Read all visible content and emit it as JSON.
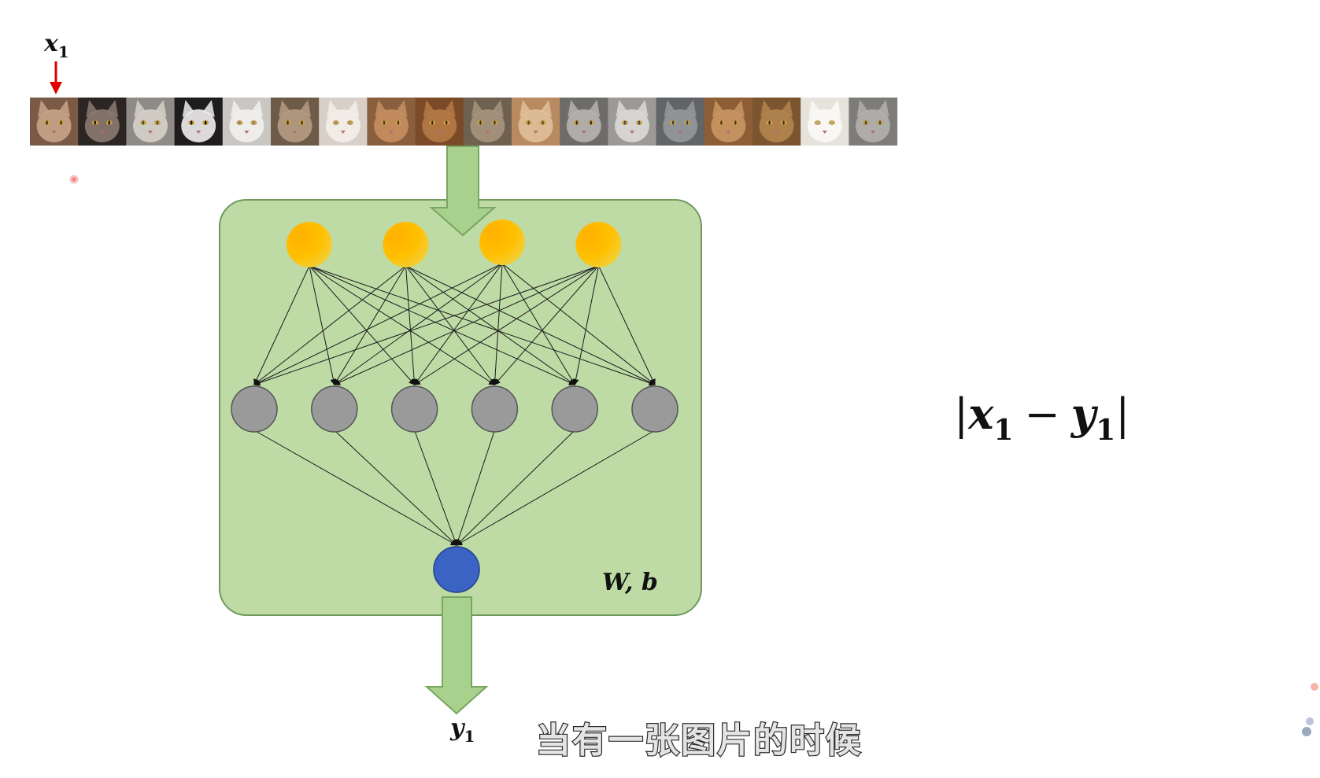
{
  "input_label": {
    "var": "x",
    "sub": "1"
  },
  "output_label": {
    "var": "y",
    "sub": "1"
  },
  "params_label": "W, b",
  "loss_expression": {
    "open": "|",
    "x": "x",
    "xsub": "1",
    "minus": "−",
    "y": "y",
    "ysub": "1",
    "close": "|"
  },
  "subtitle": "当有一张图片的时候",
  "network": {
    "input_nodes": 4,
    "hidden_nodes": 6,
    "output_nodes": 1
  },
  "cat_strip": {
    "count": 18,
    "tones": [
      [
        "#7a5a44",
        "#c7a38a",
        "#3b2a20"
      ],
      [
        "#2b2623",
        "#8c7a70",
        "#111111"
      ],
      [
        "#8e8b86",
        "#d6d1c9",
        "#4a4744"
      ],
      [
        "#1e1c1c",
        "#f0eeee",
        "#0d0d0d"
      ],
      [
        "#c9c6c3",
        "#f3f1ee",
        "#8a8782"
      ],
      [
        "#6e5a48",
        "#b59c84",
        "#3a2c22"
      ],
      [
        "#d8d0c8",
        "#f4efe9",
        "#a09182"
      ],
      [
        "#8a5f3d",
        "#c58f61",
        "#4b3120"
      ],
      [
        "#7b4a28",
        "#b57a45",
        "#3d2414"
      ],
      [
        "#6f6150",
        "#a7957d",
        "#3a3128"
      ],
      [
        "#b98a5f",
        "#e0c09a",
        "#6b4a2e"
      ],
      [
        "#6d6c6a",
        "#b6b4b0",
        "#2f2e2d"
      ],
      [
        "#9c9a98",
        "#dcdad6",
        "#4b4a48"
      ],
      [
        "#626466",
        "#96989a",
        "#383a3c"
      ],
      [
        "#8d5e36",
        "#c99664",
        "#4a2f18"
      ],
      [
        "#7a5530",
        "#b4854f",
        "#3f2a16"
      ],
      [
        "#e6e2dc",
        "#fbf9f5",
        "#b3aca2"
      ],
      [
        "#7d7c7a",
        "#b3b1ae",
        "#454442"
      ]
    ]
  },
  "colors": {
    "panel_fill": "#bedba6",
    "panel_stroke": "#6f9a5c",
    "arrow_fill": "#a9d18e",
    "arrow_stroke": "#78a55f",
    "input_node": "#ffc000",
    "hidden_node": "#9a9a9a",
    "output_node": "#3a63c4",
    "red_arrow": "#e00000"
  }
}
